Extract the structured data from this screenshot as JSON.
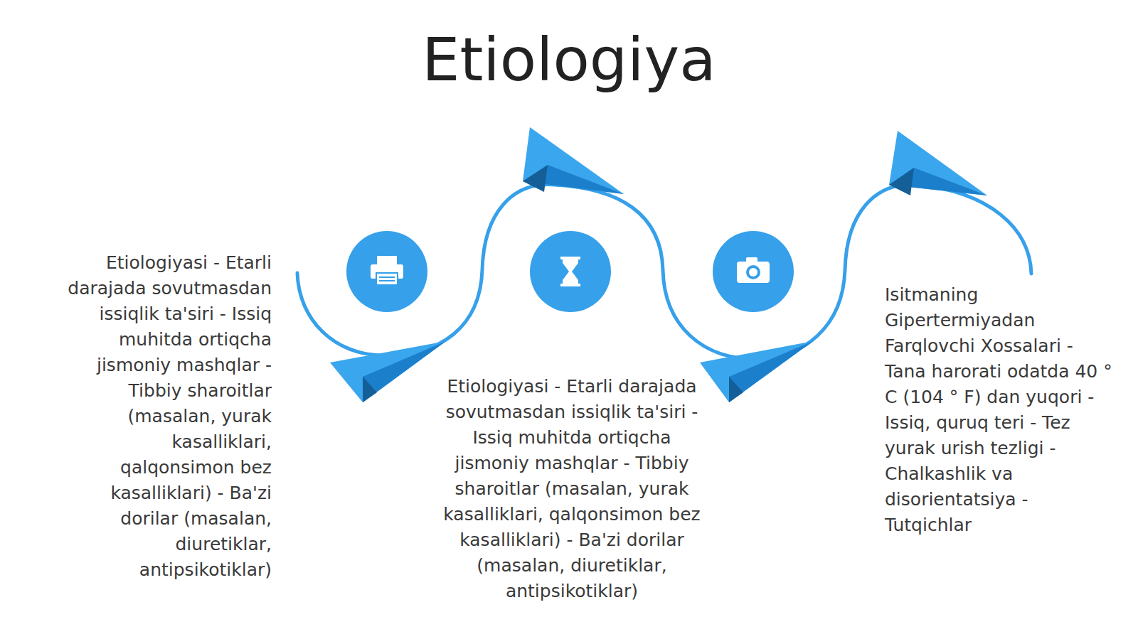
{
  "diagram": {
    "title": "Etiologiya",
    "labels": [
      "Etiologiyasi - Etarli darajada sovutmasdan issiqlik ta'siri - Issiq muhitda ortiqcha jismoniy mashqlar - Tibbiy sharoitlar (masalan, yurak kasalliklari, qalqonsimon bez kasalliklari) - Ba'zi dorilar (masalan, diuretiklar, antipsikotiklar)",
      "Etiologiyasi - Etarli darajada sovutmasdan issiqlik ta'siri - Issiq muhitda ortiqcha jismoniy mashqlar - Tibbiy sharoitlar (masalan, yurak kasalliklari, qalqonsimon bez kasalliklari) - Ba'zi dorilar (masalan, diuretiklar, antipsikotiklar)",
      "Isitmaning Gipertermiyadan Farqlovchi Xossalari - Tana harorati odatda 40 ° C (104 ° F) dan yuqori - Issiq, quruq teri - Tez yurak urish tezligi - Chalkashlik va disorientatsiya - Tutqichlar"
    ]
  }
}
